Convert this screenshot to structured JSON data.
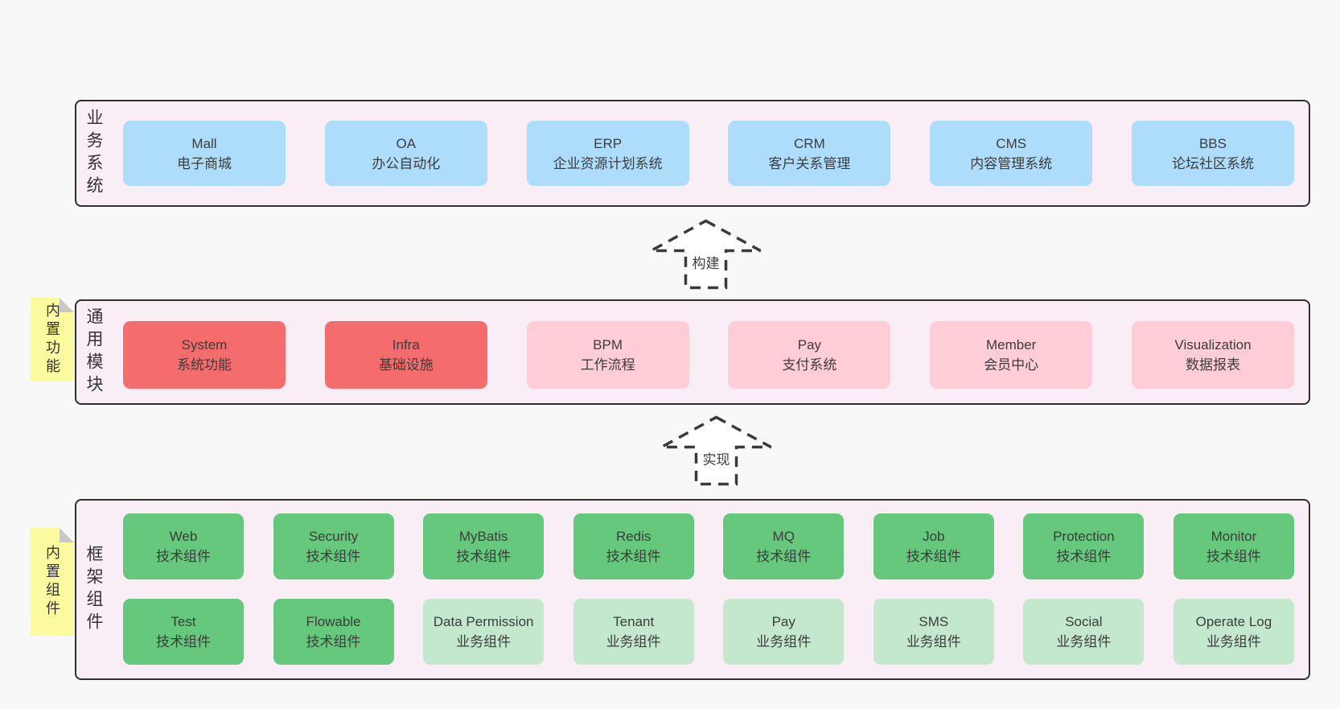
{
  "colors": {
    "page_bg": "#f8f8f8",
    "panel_bg": "#f9edf6",
    "panel_border": "#2f2f2f",
    "blue_box": "#aeddfb",
    "red_box": "#f56c6c",
    "pink_box": "#fecdd5",
    "green_box": "#66c87c",
    "light_green_box": "#c4e8ce",
    "note_yellow": "#fbfa9e",
    "note_fold": "#c8c8c8",
    "text": "#3c3c3c",
    "arrow_stroke": "#3a3a3a",
    "arrow_fill": "#ffffff"
  },
  "business": {
    "label": "业务系统",
    "boxes": [
      {
        "name": "Mall",
        "desc": "电子商城"
      },
      {
        "name": "OA",
        "desc": "办公自动化"
      },
      {
        "name": "ERP",
        "desc": "企业资源计划系统"
      },
      {
        "name": "CRM",
        "desc": "客户关系管理"
      },
      {
        "name": "CMS",
        "desc": "内容管理系统"
      },
      {
        "name": "BBS",
        "desc": "论坛社区系统"
      }
    ]
  },
  "build_arrow": {
    "label": "构建"
  },
  "modules": {
    "label": "通用模块",
    "note": "内置功能",
    "boxes": [
      {
        "name": "System",
        "desc": "系统功能"
      },
      {
        "name": "Infra",
        "desc": "基础设施"
      },
      {
        "name": "BPM",
        "desc": "工作流程"
      },
      {
        "name": "Pay",
        "desc": "支付系统"
      },
      {
        "name": "Member",
        "desc": "会员中心"
      },
      {
        "name": "Visualization",
        "desc": "数据报表"
      }
    ]
  },
  "implement_arrow": {
    "label": "实现"
  },
  "framework": {
    "label": "框架组件",
    "note": "内置组件",
    "row1": [
      {
        "name": "Web",
        "desc": "技术组件"
      },
      {
        "name": "Security",
        "desc": "技术组件"
      },
      {
        "name": "MyBatis",
        "desc": "技术组件"
      },
      {
        "name": "Redis",
        "desc": "技术组件"
      },
      {
        "name": "MQ",
        "desc": "技术组件"
      },
      {
        "name": "Job",
        "desc": "技术组件"
      },
      {
        "name": "Protection",
        "desc": "技术组件"
      },
      {
        "name": "Monitor",
        "desc": "技术组件"
      }
    ],
    "row2": [
      {
        "name": "Test",
        "desc": "技术组件"
      },
      {
        "name": "Flowable",
        "desc": "技术组件"
      },
      {
        "name": "Data Permission",
        "desc": "业务组件"
      },
      {
        "name": "Tenant",
        "desc": "业务组件"
      },
      {
        "name": "Pay",
        "desc": "业务组件"
      },
      {
        "name": "SMS",
        "desc": "业务组件"
      },
      {
        "name": "Social",
        "desc": "业务组件"
      },
      {
        "name": "Operate Log",
        "desc": "业务组件"
      }
    ]
  }
}
